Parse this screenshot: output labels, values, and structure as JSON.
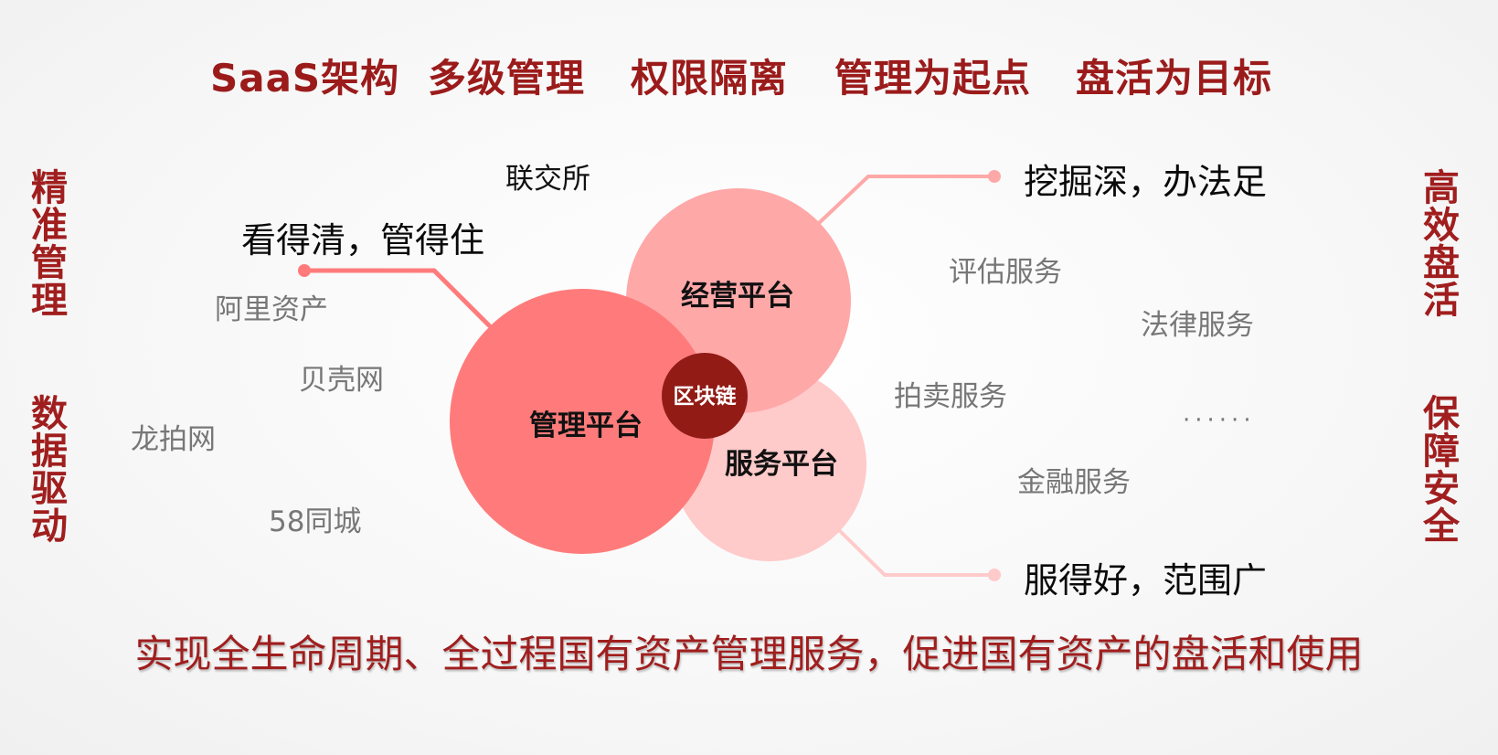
{
  "slogans": [
    "SaaS架构",
    "多级管理",
    "权限隔离",
    "管理为起点",
    "盘活为目标"
  ],
  "side_labels": {
    "left_top": "精准管理",
    "left_bottom": "数据驱动",
    "right_top": "高效盘活",
    "right_bottom": "保障安全"
  },
  "partners_left": [
    "联交所",
    "阿里资产",
    "贝壳网",
    "龙拍网",
    "58同城"
  ],
  "services_right": [
    "评估服务",
    "法律服务",
    "拍卖服务",
    "金融服务",
    "······"
  ],
  "callouts": {
    "manage": "看得清，管得住",
    "operate": "挖掘深，办法足",
    "service": "服得好，范围广"
  },
  "circles": {
    "manage": "管理平台",
    "operate": "经营平台",
    "service": "服务平台",
    "core": "区块链"
  },
  "tagline": "实现全生命周期、全过程国有资产管理服务，促进国有资产的盘活和使用",
  "colors": {
    "accent_dark": "#9b1b1b",
    "manage_fill": "#ff7b7b",
    "operate_fill": "#ffa8a8",
    "service_fill": "#ffcaca",
    "core_fill": "#921b16"
  }
}
